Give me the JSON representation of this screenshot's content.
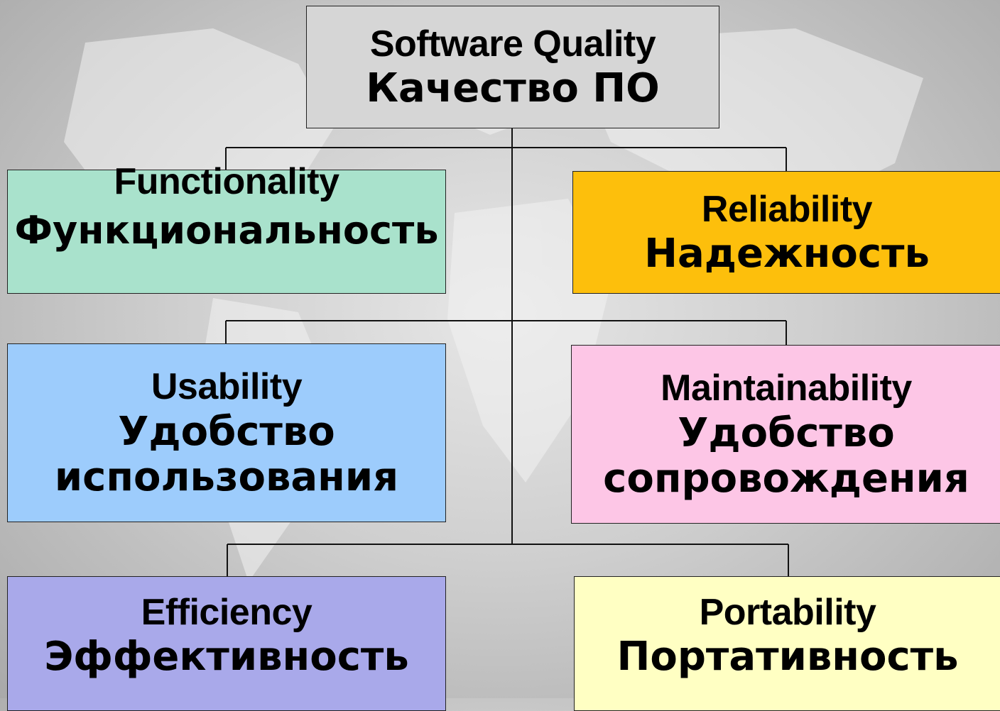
{
  "root": {
    "en": "Software Quality",
    "ru": "Качество ПО"
  },
  "characteristics": [
    {
      "en": "Functionality",
      "ru": "Функциональность",
      "color": "#a9e2cc"
    },
    {
      "en": "Reliability",
      "ru": "Надежность",
      "color": "#fdbf0c"
    },
    {
      "en": "Usability",
      "ru": "Удобство использования",
      "color": "#9dccfc"
    },
    {
      "en": "Maintainability",
      "ru": "Удобство сопровождения",
      "color": "#fdc6e6"
    },
    {
      "en": "Efficiency",
      "ru": "Эффективность",
      "color": "#a9a9ea"
    },
    {
      "en": "Portability",
      "ru": "Портативность",
      "color": "#ffffc3"
    }
  ]
}
